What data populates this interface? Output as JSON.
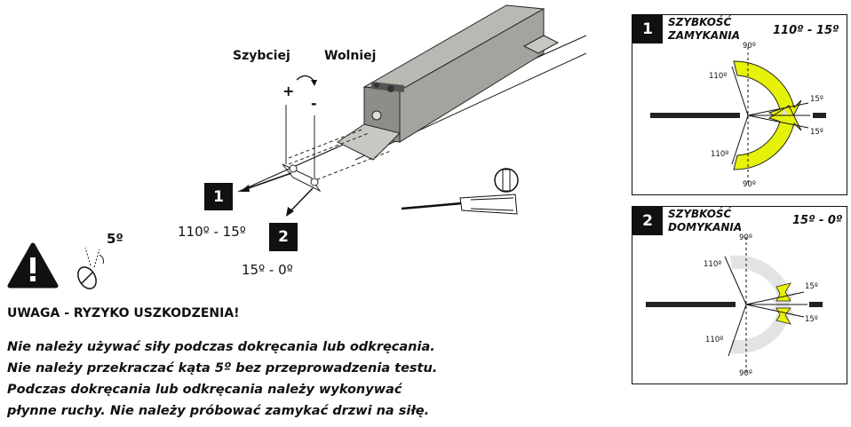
{
  "main_diagram": {
    "faster_label": "Szybciej",
    "slower_label": "Wolniej",
    "plus_sign": "+",
    "minus_sign": "-",
    "valve1": {
      "number": "1",
      "range": "110º - 15º"
    },
    "valve2": {
      "number": "2",
      "range": "15º - 0º"
    },
    "icons": [
      "door-closer-body",
      "screwdriver-icon",
      "flat-screw-icon",
      "rotate-arrow-icon"
    ]
  },
  "warning": {
    "max_angle": "5º",
    "title": "UWAGA - RYZYKO USZKODZENIA!",
    "lines": [
      "Nie należy używać siły podczas dokręcania lub odkręcania.",
      "Nie należy przekraczać kąta 5º bez przeprowadzenia testu.",
      "Podczas dokręcania lub odkręcania należy wykonywać",
      "płynne ruchy. Nie należy próbować zamykać drzwi na siłę."
    ]
  },
  "panels": [
    {
      "number": "1",
      "title_line1": "SZYBKOŚĆ",
      "title_line2": "ZAMYKANIA",
      "range": "110º - 15º",
      "angles": {
        "top": "90º",
        "bottom": "90º",
        "upper_open": "110º",
        "lower_open": "110º",
        "upper_close": "15º",
        "lower_close": "15º"
      }
    },
    {
      "number": "2",
      "title_line1": "SZYBKOŚĆ",
      "title_line2": "DOMYKANIA",
      "range": "15º - 0º",
      "angles": {
        "top": "90º",
        "bottom": "90º",
        "upper_open": "110º",
        "lower_open": "110º",
        "upper_close": "15º",
        "lower_close": "15º"
      }
    }
  ],
  "colors": {
    "arrow_yellow": "#e6f20a",
    "arrow_gray": "#e3e3e3",
    "box_black": "#111111"
  }
}
